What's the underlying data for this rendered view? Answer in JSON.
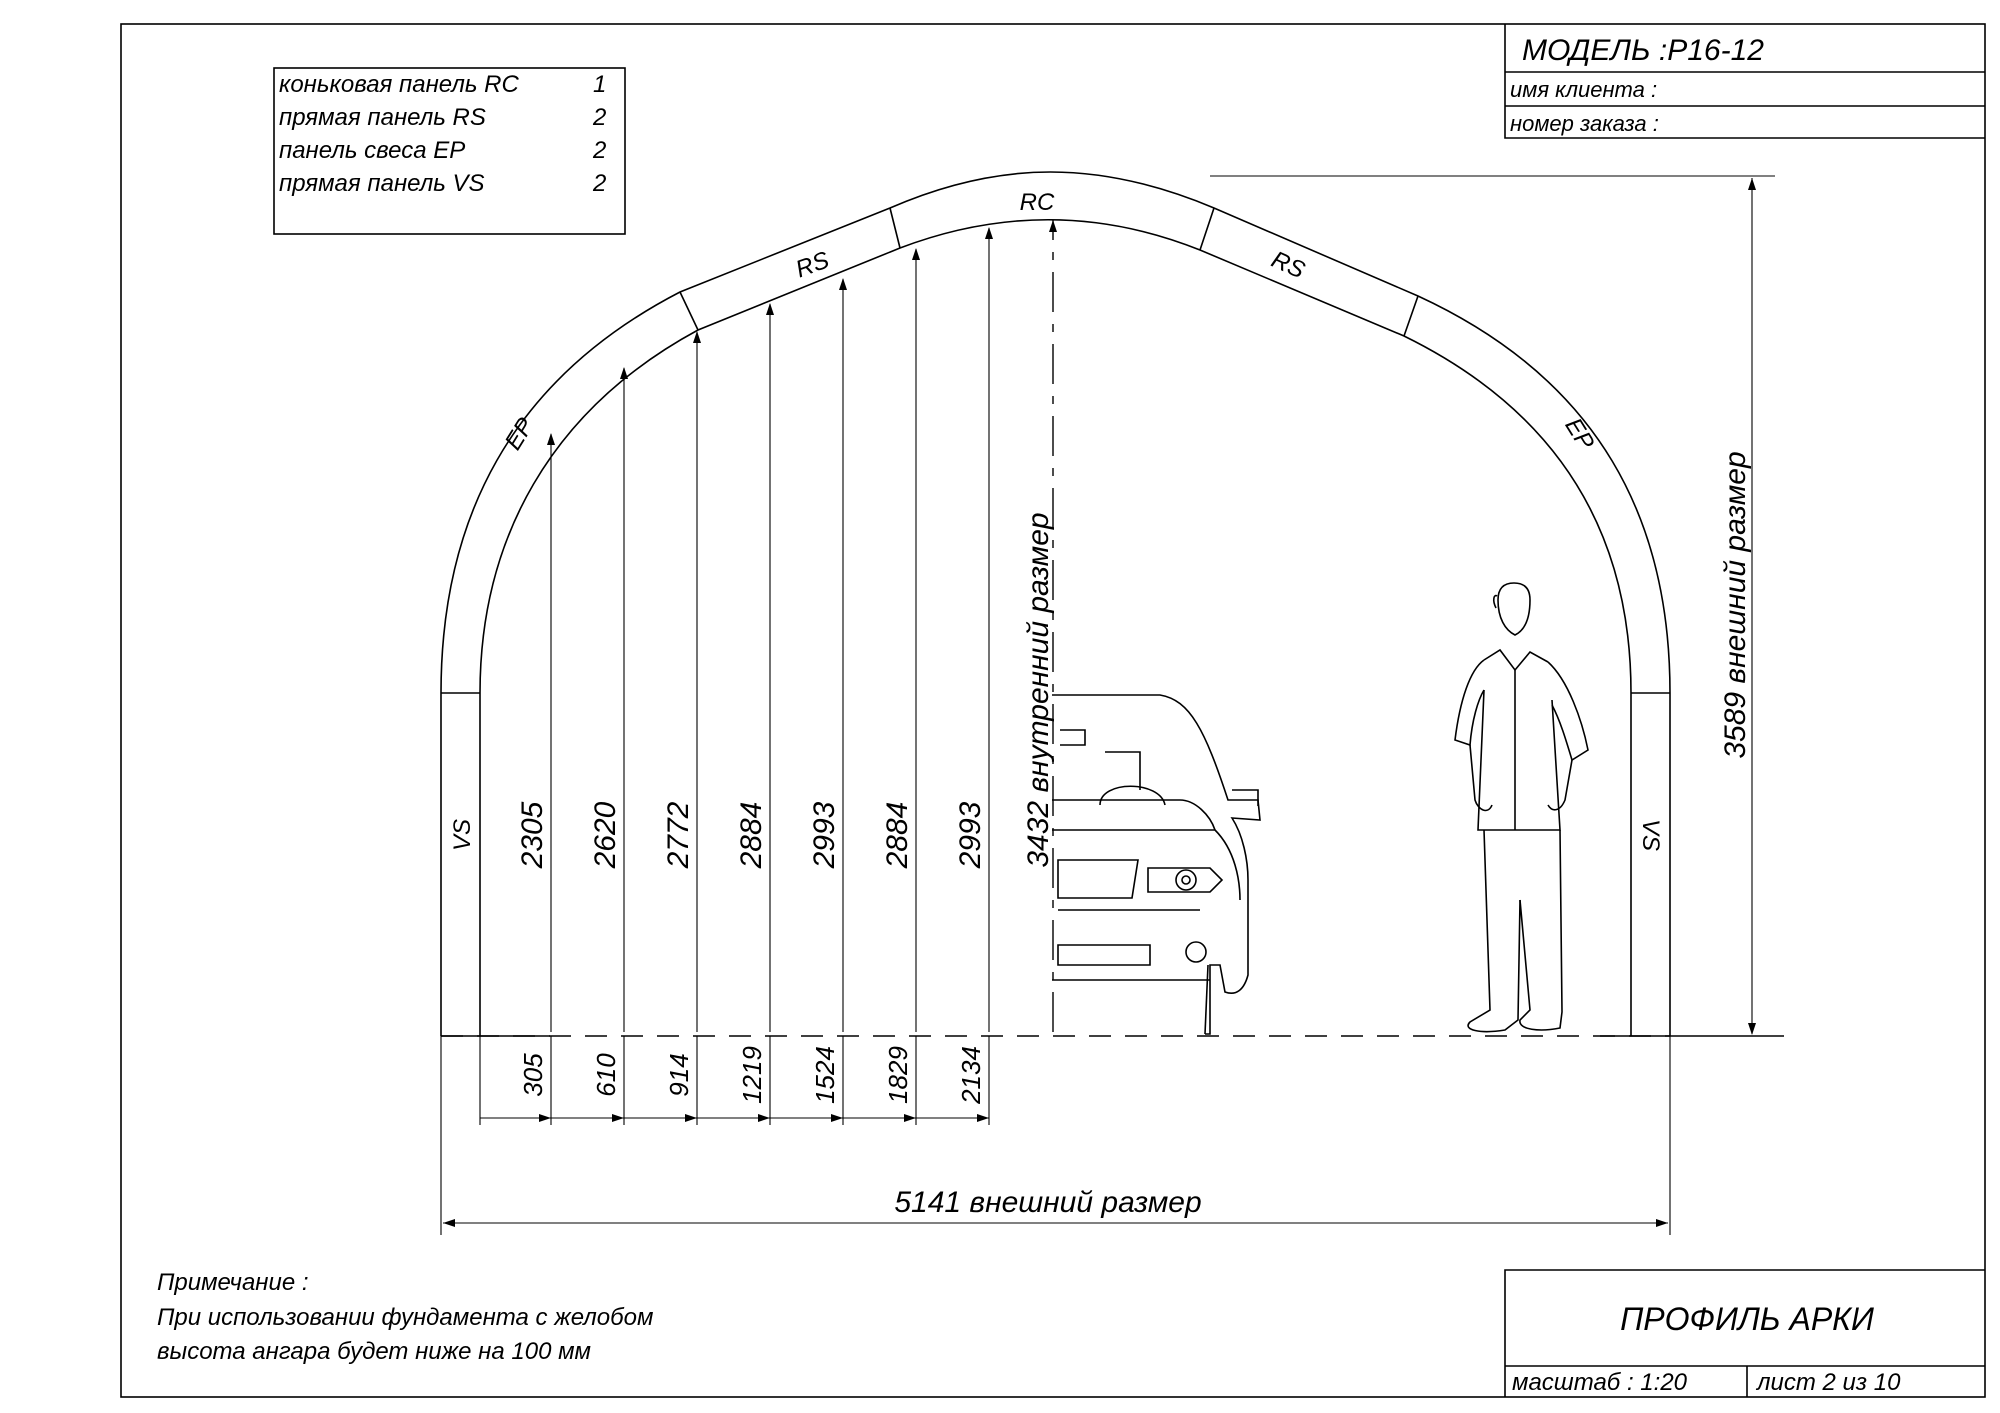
{
  "title_block": {
    "model": "МОДЕЛЬ :Р16-12",
    "client": "имя клиента :",
    "order": "номер заказа :"
  },
  "legend": [
    {
      "name": "коньковая панель  RC",
      "qty": "1"
    },
    {
      "name": "прямая панель  RS",
      "qty": "2"
    },
    {
      "name": "панель свеса  EP",
      "qty": "2"
    },
    {
      "name": "прямая панель  VS",
      "qty": "2"
    }
  ],
  "panel_labels": {
    "rc": "RC",
    "rs_left": "RS",
    "rs_right": "RS",
    "ep_left": "EP",
    "ep_right": "EP",
    "vs_left": "VS",
    "vs_right": "VS"
  },
  "heights": [
    "2305",
    "2620",
    "2772",
    "2884",
    "2993",
    "2884",
    "2993"
  ],
  "offsets": [
    "305",
    "610",
    "914",
    "1219",
    "1524",
    "1829",
    "2134"
  ],
  "inner_height": "3432  внутренний размер",
  "outer_height": "3589  внешний размер",
  "outer_width": "5141  внешний размер",
  "note": {
    "title": "Примечание :",
    "line1": "При использовании фундамента с желобом",
    "line2": "высота ангара будет ниже на  100  мм"
  },
  "footer": {
    "drawing_title": "ПРОФИЛЬ АРКИ",
    "scale": "масштаб : 1:20",
    "sheet": "лист  2  из  10"
  }
}
